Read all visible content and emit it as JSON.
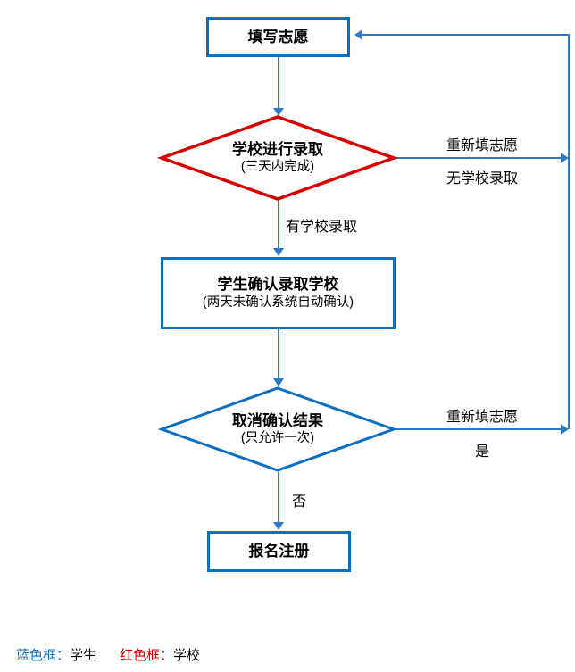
{
  "title": "admission-flowchart",
  "colors": {
    "box_blue": "#0b6fc2",
    "box_red": "#d90000",
    "connector_blue": "#2e79c7",
    "text": "#000000"
  },
  "nodes": {
    "start": {
      "title": "填写志愿"
    },
    "school_admission": {
      "title": "学校进行录取",
      "subtitle": "(三天内完成)"
    },
    "student_confirm": {
      "title": "学生确认录取学校",
      "subtitle": "(两天未确认系统自动确认)"
    },
    "cancel_confirm": {
      "title": "取消确认结果",
      "subtitle": "(只允许一次)"
    },
    "register": {
      "title": "报名注册"
    }
  },
  "edge_labels": {
    "refill_top": "重新填志愿",
    "no_admission": "无学校录取",
    "has_admission": "有学校录取",
    "refill_bottom": "重新填志愿",
    "yes": "是",
    "no": "否"
  },
  "legend": {
    "blue_key": "蓝色框：",
    "blue_value": "学生",
    "red_key": "红色框：",
    "red_value": "学校"
  }
}
